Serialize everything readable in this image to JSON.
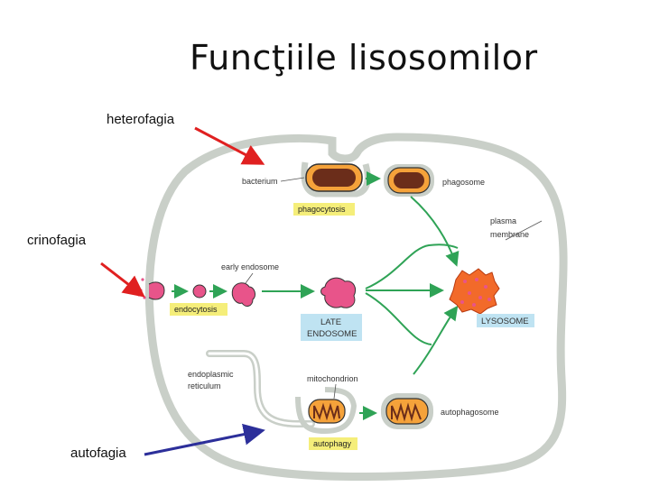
{
  "title": "Funcţiile lisosomilor",
  "side_labels": {
    "heterofagia": "heterofagia",
    "crinofagia": "crinofagia",
    "autofagia": "autofagia"
  },
  "diagram": {
    "bacterium": "bacterium",
    "phagosome": "phagosome",
    "phagocytosis": "phagocytosis",
    "plasma_membrane_1": "plasma",
    "plasma_membrane_2": "membrane",
    "early_endosome": "early endosome",
    "endocytosis": "endocytosis",
    "late_endosome_1": "LATE",
    "late_endosome_2": "ENDOSOME",
    "lysosome": "LYSOSOME",
    "er_1": "endoplasmic",
    "er_2": "reticulum",
    "mitochondrion": "mitochondrion",
    "autophagosome": "autophagosome",
    "autophagy": "autophagy"
  },
  "colors": {
    "membrane": "#c9cfc8",
    "arrow_green": "#2fa356",
    "arrow_red": "#e02020",
    "arrow_blue": "#2c2f9a",
    "yellow_box": "#f5ee7a",
    "blue_box": "#bfe3f2",
    "lysosome_fill": "#f26a2a",
    "pink_vesicle": "#e8548a"
  }
}
